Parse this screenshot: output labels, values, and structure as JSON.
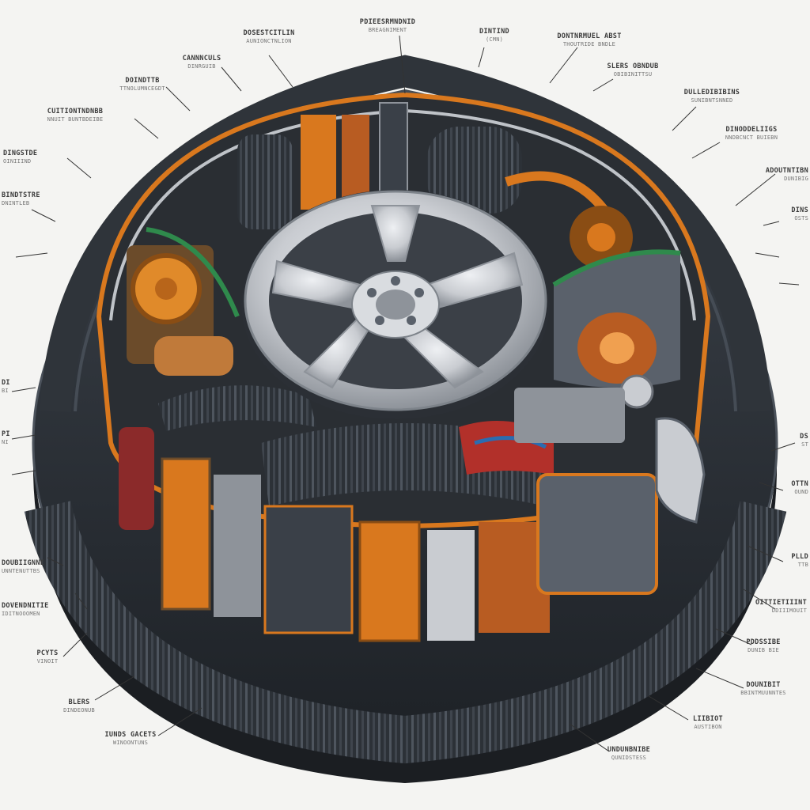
{
  "colors": {
    "tire_dark": "#23272d",
    "tire_mid": "#3a4048",
    "tread_light": "#5a616b",
    "rim_silver": "#c9ccd1",
    "orange_layer": "#d9781e",
    "green_layer": "#2f8a4c",
    "copper": "#b85c22",
    "background": "#f4f4f2"
  },
  "icons": [
    "tire-icon",
    "alloy-wheel-icon",
    "cutaway-components-icon"
  ],
  "labels": [
    {
      "id": "top-center",
      "title": "PDIEESRMNDNID",
      "sub": "BREAGNIMENT"
    },
    {
      "id": "top-left-1",
      "title": "DOSESTCITLIN",
      "sub": "AUNIONCTNLION"
    },
    {
      "id": "top-right-1",
      "title": "DINTIND",
      "sub": "(CMN)"
    },
    {
      "id": "top-right-2",
      "title": "DONTNRMUEL ABST",
      "sub": "THOUTRIDE BNDLE"
    },
    {
      "id": "left-1",
      "title": "CANNNCULS",
      "sub": "DINRGUIB"
    },
    {
      "id": "left-2",
      "title": "DOINDTTB",
      "sub": "TTNOLUMNCEGDT"
    },
    {
      "id": "left-3",
      "title": "CUITIONTNDNBB",
      "sub": "NNUIT BUNTBDEIBE"
    },
    {
      "id": "left-4",
      "title": "DINGSTDE",
      "sub": "OINIIIND"
    },
    {
      "id": "left-5",
      "title": "BINDTSTRE",
      "sub": "DNINTLEB"
    },
    {
      "id": "right-1",
      "title": "SLERS OBNDUB",
      "sub": "OBIBINITTSU"
    },
    {
      "id": "right-2",
      "title": "DULLEDIBIBINS",
      "sub": "SUNIBNTSNNED"
    },
    {
      "id": "right-3",
      "title": "DINODDELIIGS",
      "sub": "NNDBCNCT BUIEBN"
    },
    {
      "id": "right-4",
      "title": "ADOUTNTIBN",
      "sub": "DUNIBIG"
    },
    {
      "id": "right-5",
      "title": "DINS",
      "sub": "OSTS"
    },
    {
      "id": "mid-right-1",
      "title": "DS",
      "sub": "ST"
    },
    {
      "id": "mid-right-2",
      "title": "OTTN",
      "sub": "OUND"
    },
    {
      "id": "low-right-1",
      "title": "PLLD",
      "sub": "TTB"
    },
    {
      "id": "low-right-2",
      "title": "OITTIETIIINT",
      "sub": "DDIIIMOUIT"
    },
    {
      "id": "low-right-3",
      "title": "PDDSSIBE",
      "sub": "DUNIB BIE"
    },
    {
      "id": "low-right-4",
      "title": "DOUNIBIT",
      "sub": "BBINTMUUNNTES"
    },
    {
      "id": "low-right-5",
      "title": "LIIBIOT",
      "sub": "AUSTIBON"
    },
    {
      "id": "bottom-right",
      "title": "UNDUNBNIBE",
      "sub": "QUNIDSTESS"
    },
    {
      "id": "low-left-1",
      "title": "DOUBIIGNNE",
      "sub": "UNNTENUTTBS"
    },
    {
      "id": "low-left-2",
      "title": "DOVENDNITIE",
      "sub": "IDITNOOOMEN"
    },
    {
      "id": "low-left-3",
      "title": "PCYTS",
      "sub": "VINOIT"
    },
    {
      "id": "low-left-4",
      "title": "BLERS",
      "sub": "DINDEONUB"
    },
    {
      "id": "bottom-left",
      "title": "IUNDS GACETS",
      "sub": "WINOONTUNS"
    },
    {
      "id": "mid-left-1",
      "title": "DI",
      "sub": "BI"
    },
    {
      "id": "mid-left-2",
      "title": "PI",
      "sub": "NI"
    }
  ]
}
